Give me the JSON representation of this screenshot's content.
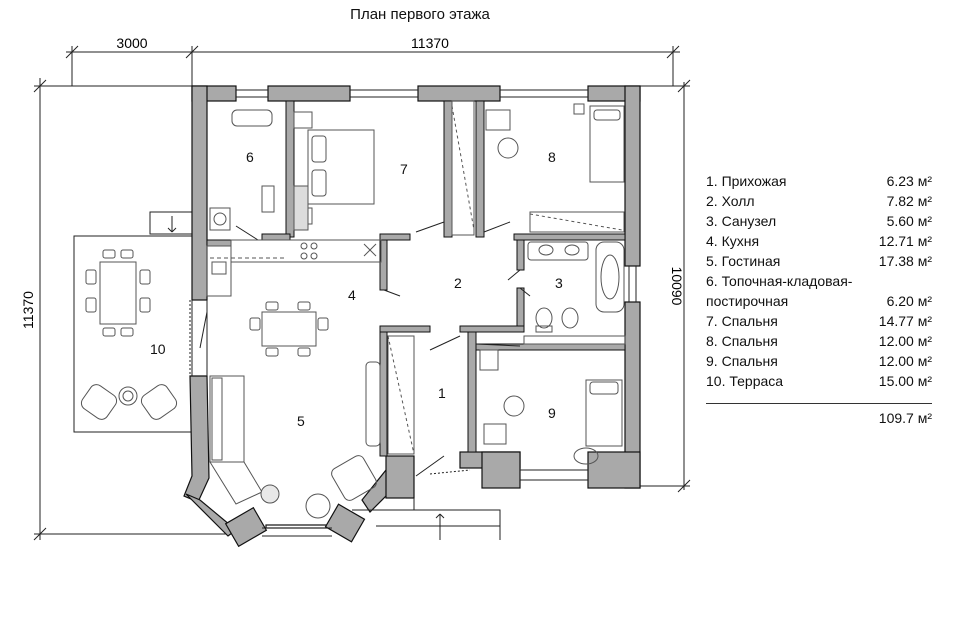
{
  "title": "План первого этажа",
  "dimensions": {
    "top_left": "3000",
    "top_right": "11370",
    "left_vertical": "11370",
    "right_vertical": "10090"
  },
  "rooms": [
    {
      "number": "1",
      "name": "Прихожая",
      "area": "6.23 м²"
    },
    {
      "number": "2",
      "name": "Холл",
      "area": "7.82 м²"
    },
    {
      "number": "3",
      "name": "Санузел",
      "area": "5.60 м²"
    },
    {
      "number": "4",
      "name": "Кухня",
      "area": "12.71 м²"
    },
    {
      "number": "5",
      "name": "Гостиная",
      "area": "17.38 м²"
    },
    {
      "number": "6",
      "name": "Топочная-кладовая-",
      "name_cont": "постирочная",
      "area": "6.20 м²"
    },
    {
      "number": "7",
      "name": "Спальня",
      "area": "14.77 м²"
    },
    {
      "number": "8",
      "name": "Спальня",
      "area": "12.00 м²"
    },
    {
      "number": "9",
      "name": "Спальня",
      "area": "12.00 м²"
    },
    {
      "number": "10",
      "name": "Терраса",
      "area": "15.00 м²"
    }
  ],
  "total": "109.7 м²",
  "colors": {
    "wall_fill": "#a9a9a9",
    "wall_stroke": "#111111",
    "line": "#222222",
    "furniture": "#555555"
  }
}
